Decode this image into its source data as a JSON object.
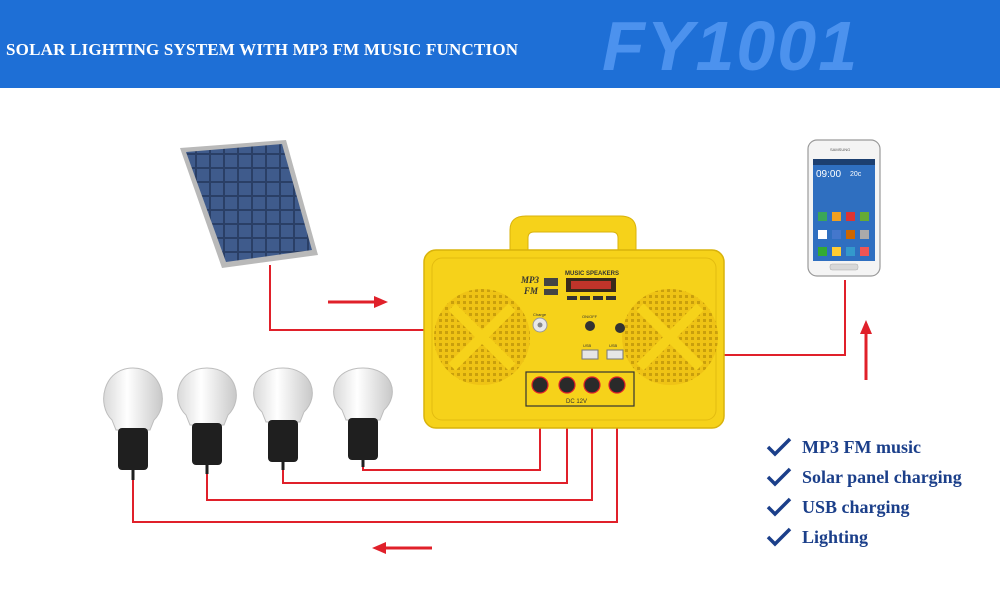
{
  "header": {
    "title": "SOLAR LIGHTING SYSTEM WITH MP3 FM MUSIC FUNCTION",
    "model": "FY1001",
    "background_color": "#1e6fd6"
  },
  "device": {
    "mp3_label": "MP3",
    "fm_label": "FM",
    "speaker_label": "MUSIC SPEAKERS",
    "dc_label": "DC 12V",
    "usb_label": "USB",
    "charge_label": "Charge",
    "onoff_label": "ON/OFF",
    "body_color": "#f6d21a"
  },
  "phone": {
    "brand": "SAMSUNG",
    "time": "09:00",
    "temp": "20c"
  },
  "features": [
    {
      "label": "MP3 FM music",
      "icon": "checkmark-icon"
    },
    {
      "label": "Solar panel charging",
      "icon": "checkmark-icon"
    },
    {
      "label": "USB charging",
      "icon": "checkmark-icon"
    },
    {
      "label": "Lighting",
      "icon": "checkmark-icon"
    }
  ],
  "colors": {
    "wire": "#e0202a",
    "feature_text": "#1b3f8a"
  }
}
